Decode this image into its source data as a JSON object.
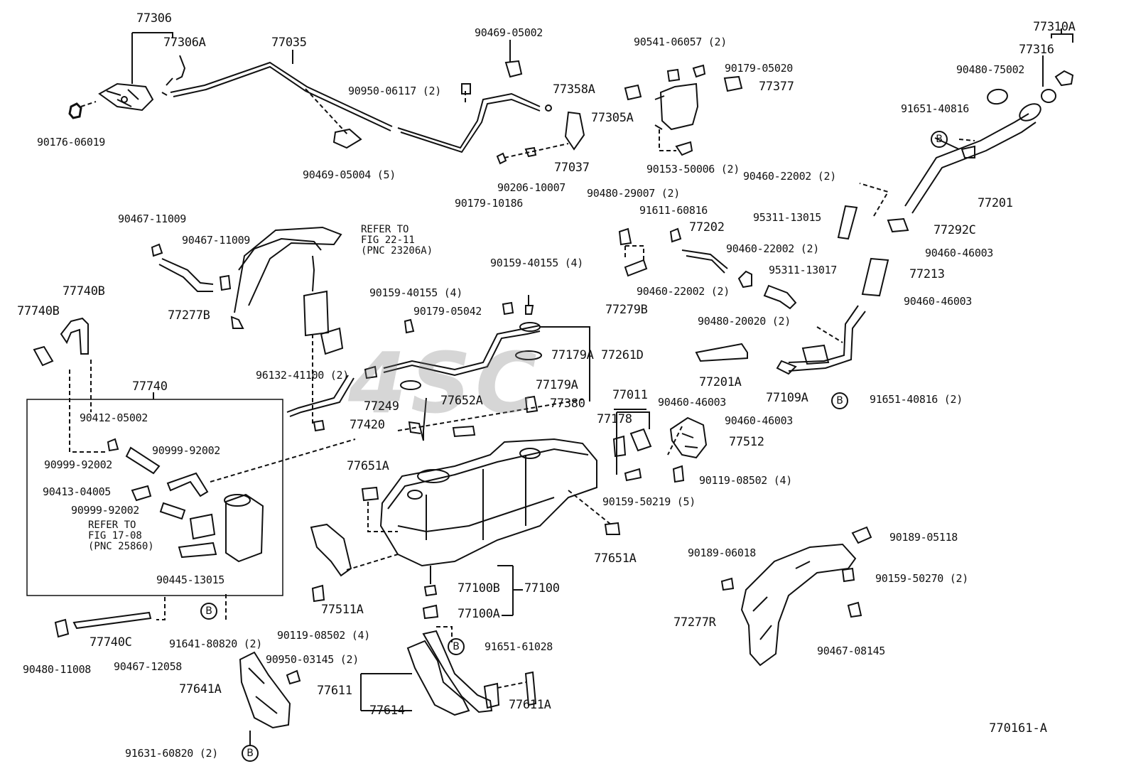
{
  "watermark": "4SC",
  "diagram_code": "770161-A",
  "b_marker": "B",
  "labels": {
    "p77306": "77306",
    "p77306A": "77306A",
    "p77035": "77035",
    "p90469_05002": "90469-05002",
    "p90541": "90541-06057 (2)",
    "p90179_05020": "90179-05020",
    "p77377": "77377",
    "p77358A": "77358A",
    "p77305A": "77305A",
    "p90950_06117": "90950-06117 (2)",
    "p90176": "90176-06019",
    "p90469_05004": "90469-05004 (5)",
    "p77037": "77037",
    "p90206": "90206-10007",
    "p90179_10186": "90179-10186",
    "p90153": "90153-50006 (2)",
    "p77310A": "77310A",
    "p77316": "77316",
    "p90480_75002": "90480-75002",
    "p91651_40816": "91651-40816",
    "p77201": "77201",
    "p90460_22002_a": "90460-22002 (2)",
    "p95311_13015": "95311-13015",
    "p77292C": "77292C",
    "p90460_46003_a": "90460-46003",
    "p90460_22002_b": "90460-22002 (2)",
    "p95311_13017": "95311-13017",
    "p77213": "77213",
    "p90460_46003_b": "90460-46003",
    "p90480_29007": "90480-29007 (2)",
    "p91611": "91611-60816",
    "p77202": "77202",
    "p90460_22002_c": "90460-22002 (2)",
    "p77279B": "77279B",
    "p90480_20020": "90480-20020 (2)",
    "p90467_11009_a": "90467-11009",
    "p90467_11009_b": "90467-11009",
    "refer_22": "REFER TO\nFIG 22-11\n(PNC 23206A)",
    "p77277B": "77277B",
    "p90159_40155_a": "90159-40155 (4)",
    "p90159_40155_b": "90159-40155 (4)",
    "p90179_05042": "90179-05042",
    "p77179A_1": "77179A",
    "p77261D": "77261D",
    "p77179A_2": "77179A",
    "p96132": "96132-41100 (2)",
    "p77249": "77249",
    "p77740B_a": "77740B",
    "p77740B_b": "77740B",
    "p77740": "77740",
    "p90412": "90412-05002",
    "p90999_a": "90999-92002",
    "p90999_b": "90999-92002",
    "p90413": "90413-04005",
    "p90999_c": "90999-92002",
    "refer_17": "REFER TO\nFIG 17-08\n(PNC 25860)",
    "p90445": "90445-13015",
    "p77652A": "77652A",
    "p77380": "77380",
    "p77420": "77420",
    "p77011": "77011",
    "p77178": "77178",
    "p90460_46003_c": "90460-46003",
    "p77201A": "77201A",
    "p77109A": "77109A",
    "p90460_46003_d": "90460-46003",
    "p91651_40816_2": "91651-40816 (2)",
    "p77512": "77512",
    "p90119_08502_a": "90119-08502 (4)",
    "p90159_50219": "90159-50219 (5)",
    "p77651A_a": "77651A",
    "p77651A_b": "77651A",
    "p90189_05118": "90189-05118",
    "p90189_06018": "90189-06018",
    "p90159_50270": "90159-50270 (2)",
    "p77277R": "77277R",
    "p90467_08145": "90467-08145",
    "p77100B": "77100B",
    "p77100": "77100",
    "p77100A": "77100A",
    "p77511A": "77511A",
    "p90119_08502_b": "90119-08502 (4)",
    "p91641": "91641-80820 (2)",
    "p77740C": "77740C",
    "p90480_11008": "90480-11008",
    "p90467_12058": "90467-12058",
    "p90950_03145": "90950-03145 (2)",
    "p77641A": "77641A",
    "p91651_61028": "91651-61028",
    "p77611": "77611",
    "p77614": "77614",
    "p77611A": "77611A",
    "p91631": "91631-60820 (2)"
  }
}
